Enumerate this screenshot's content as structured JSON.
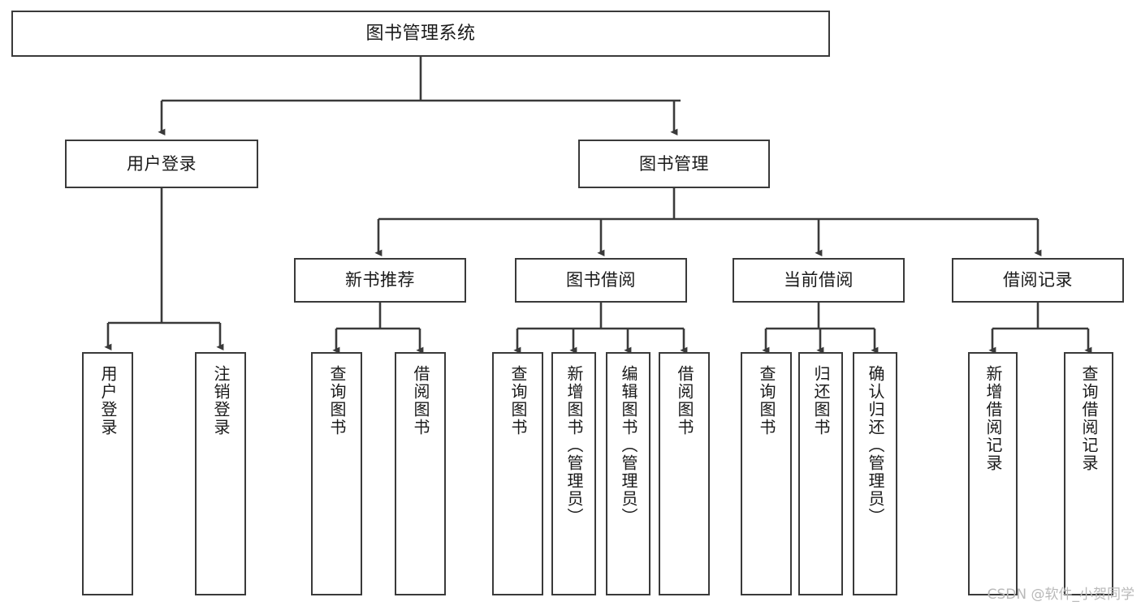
{
  "diagram": {
    "type": "tree-hierarchy",
    "title": "图书管理系统",
    "orientation": "top-down",
    "watermark": "CSDN @软件_小贺同学",
    "colors": {
      "box_border": "#3a3a3a",
      "box_fill": "#ffffff",
      "connector": "#3a3a3a",
      "text": "#1a1a1a",
      "watermark": "#b9b9b9",
      "background": "#ffffff"
    },
    "nodes": {
      "root": {
        "label": "图书管理系统"
      },
      "level1": [
        {
          "id": "user-login",
          "label": "用户登录"
        },
        {
          "id": "book-manage",
          "label": "图书管理"
        }
      ],
      "level2": [
        {
          "id": "new-book-recommend",
          "label": "新书推荐",
          "parent": "book-manage"
        },
        {
          "id": "book-borrow",
          "label": "图书借阅",
          "parent": "book-manage"
        },
        {
          "id": "current-borrow",
          "label": "当前借阅",
          "parent": "book-manage"
        },
        {
          "id": "borrow-record",
          "label": "借阅记录",
          "parent": "book-manage"
        }
      ],
      "leaves": [
        {
          "id": "leaf-user-login",
          "label": "用户登录",
          "parent": "user-login"
        },
        {
          "id": "leaf-user-logout",
          "label": "注销登录",
          "parent": "user-login"
        },
        {
          "id": "leaf-query-book-1",
          "label": "查询图书",
          "parent": "new-book-recommend"
        },
        {
          "id": "leaf-borrow-book-1",
          "label": "借阅图书",
          "parent": "new-book-recommend"
        },
        {
          "id": "leaf-query-book-2",
          "label": "查询图书",
          "parent": "book-borrow"
        },
        {
          "id": "leaf-add-book",
          "label": "新增图书（管理员）",
          "parent": "book-borrow"
        },
        {
          "id": "leaf-edit-book",
          "label": "编辑图书（管理员）",
          "parent": "book-borrow"
        },
        {
          "id": "leaf-borrow-book-2",
          "label": "借阅图书",
          "parent": "book-borrow"
        },
        {
          "id": "leaf-query-book-3",
          "label": "查询图书",
          "parent": "current-borrow"
        },
        {
          "id": "leaf-return-book",
          "label": "归还图书",
          "parent": "current-borrow"
        },
        {
          "id": "leaf-confirm-return",
          "label": "确认归还（管理员）",
          "parent": "current-borrow"
        },
        {
          "id": "leaf-add-record",
          "label": "新增借阅记录",
          "parent": "borrow-record"
        },
        {
          "id": "leaf-query-record",
          "label": "查询借阅记录",
          "parent": "borrow-record"
        }
      ]
    }
  }
}
